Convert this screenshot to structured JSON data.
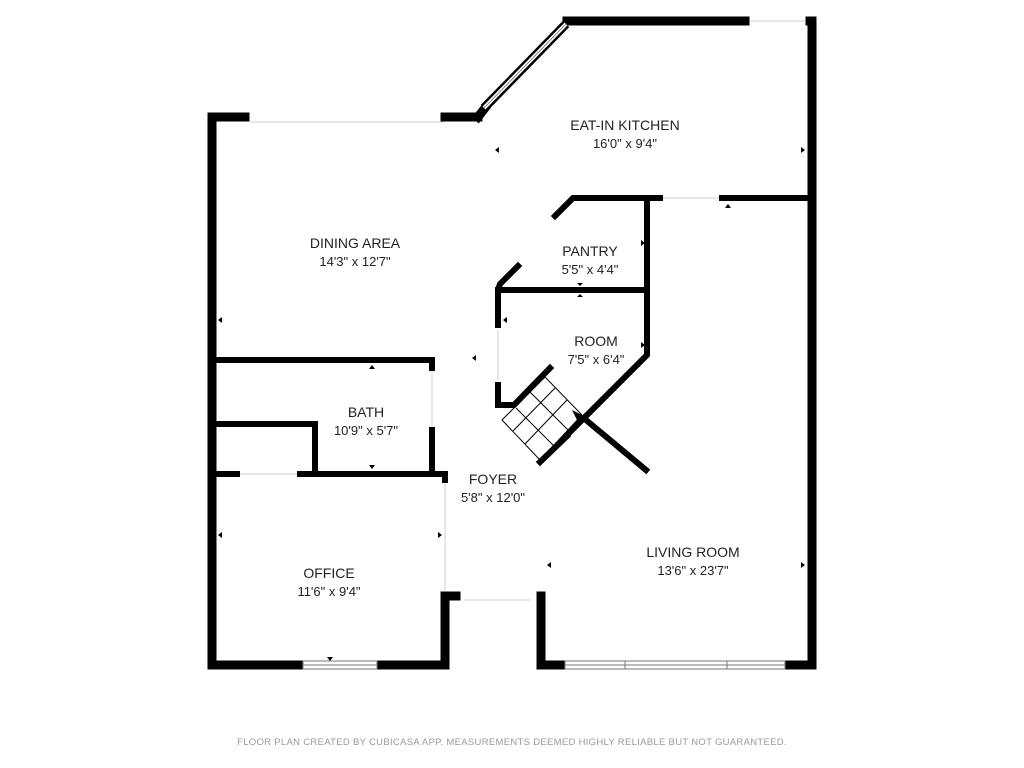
{
  "rooms": {
    "kitchen": {
      "name": "EAT-IN KITCHEN",
      "size": "16'0\" x 9'4\""
    },
    "dining": {
      "name": "DINING AREA",
      "size": "14'3\" x 12'7\""
    },
    "pantry": {
      "name": "PANTRY",
      "size": "5'5\" x 4'4\""
    },
    "room": {
      "name": "ROOM",
      "size": "7'5\" x 6'4\""
    },
    "bath": {
      "name": "BATH",
      "size": "10'9\" x 5'7\""
    },
    "foyer": {
      "name": "FOYER",
      "size": "5'8\" x 12'0\""
    },
    "office": {
      "name": "OFFICE",
      "size": "11'6\" x 9'4\""
    },
    "living": {
      "name": "LIVING ROOM",
      "size": "13'6\" x 23'7\""
    }
  },
  "footer": "FLOOR PLAN CREATED BY CUBICASA APP. MEASUREMENTS DEEMED HIGHLY RELIABLE BUT NOT GUARANTEED."
}
